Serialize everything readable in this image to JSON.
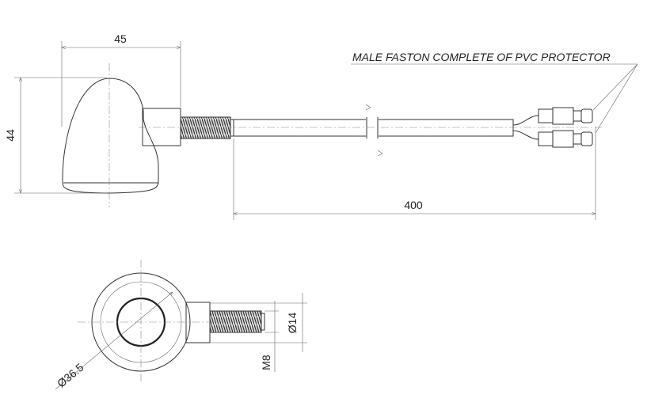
{
  "drawing": {
    "label_connectors": "MALE FASTON COMPLETE OF PVC PROTECTOR",
    "dimensions": {
      "width": "45",
      "height": "44",
      "cable_length": "400",
      "diameter_body": "Ø36.5",
      "diameter_boss": "Ø14",
      "thread": "M8"
    }
  }
}
